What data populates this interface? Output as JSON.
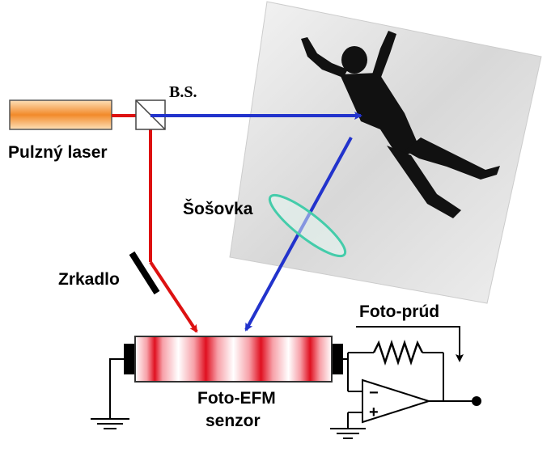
{
  "labels": {
    "beam_splitter": "B.S.",
    "laser": "Pulzný laser",
    "lens": "Šošovka",
    "mirror": "Zrkadlo",
    "photocurrent": "Foto-prúd",
    "sensor_line1": "Foto-EFM",
    "sensor_line2": "senzor"
  },
  "opamp": {
    "minus_sign": "−",
    "plus_sign": "+"
  },
  "colors": {
    "laser_beam": "#dd1111",
    "reference_beam": "#2233cc",
    "lens": "#44ccaa",
    "laser_body": "#f39c3c",
    "sensor_fringe": "#e01020"
  },
  "icons": [
    "laser-source",
    "beam-splitter-icon",
    "mirror-icon",
    "lens-icon",
    "photo-sensor-icon",
    "resistor-icon",
    "opamp-icon",
    "ground-icon",
    "scene-silhouette"
  ]
}
